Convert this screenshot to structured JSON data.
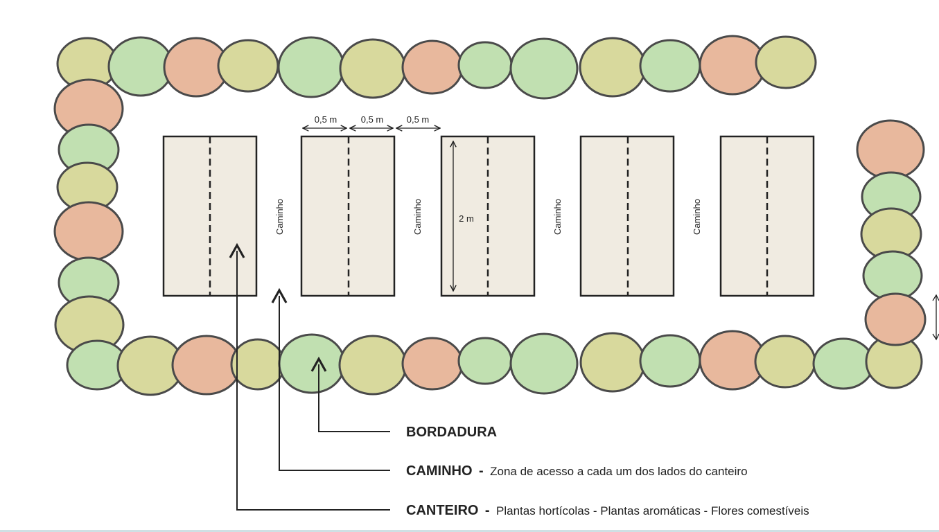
{
  "colors": {
    "bush_green": "#c1e0b1",
    "bush_olive": "#d8d99d",
    "bush_salmon": "#e8b89d",
    "bush_stroke": "#4a4a4a",
    "bed_fill": "#f0ebe1",
    "line": "#222222"
  },
  "border_bushes": [
    "olive",
    "green",
    "salmon",
    "olive",
    "green",
    "olive",
    "salmon",
    "green",
    "green",
    "olive",
    "green",
    "salmon",
    "olive",
    "salmon",
    "green",
    "olive",
    "salmon",
    "green",
    "olive",
    "green",
    "olive",
    "salmon",
    "olive",
    "green",
    "olive",
    "salmon",
    "green",
    "green",
    "olive",
    "green",
    "salmon",
    "olive",
    "green",
    "olive",
    "salmon",
    "green",
    "olive",
    "green",
    "salmon"
  ],
  "dimensions": {
    "width_labels": [
      "0,5 m",
      "0,5 m",
      "0,5 m"
    ],
    "length_label": "2 m"
  },
  "path_label": "Caminho",
  "legend": [
    {
      "title": "BORDADURA",
      "desc": ""
    },
    {
      "title": "CAMINHO",
      "desc": "Zona de acesso a cada um dos lados do canteiro"
    },
    {
      "title": "CANTEIRO",
      "desc": "Plantas hortícolas - Plantas aromáticas - Flores comestíveis"
    }
  ]
}
